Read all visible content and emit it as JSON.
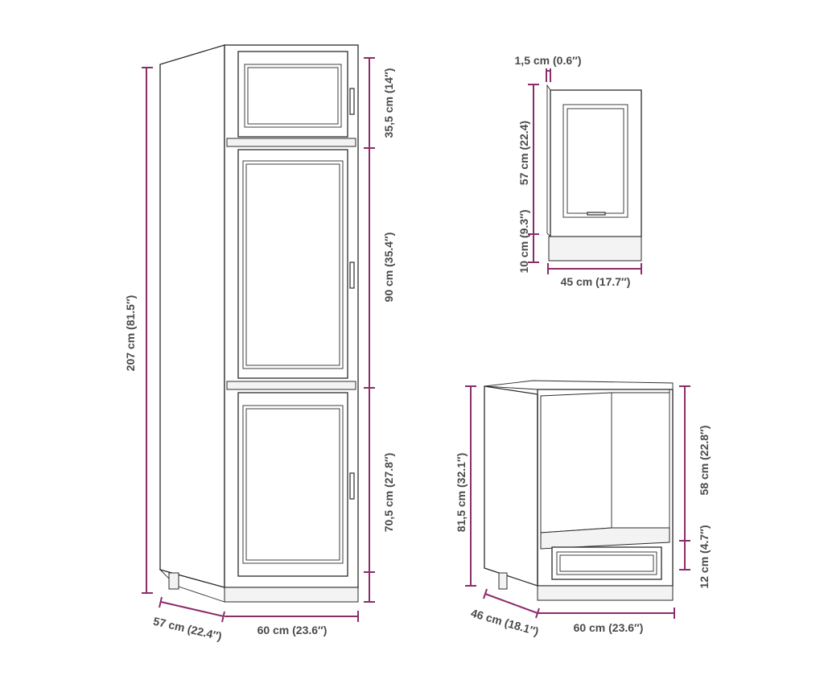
{
  "colors": {
    "dimension_line": "#8a2d6b",
    "outline": "#2b2b2b",
    "label": "#4a4a4a"
  },
  "tall_cabinet": {
    "height_total": "207 cm (81.5″)",
    "top_door_height": "35,5 cm (14″)",
    "middle_door_height": "90 cm (35.4″)",
    "bottom_door_height": "70,5 cm (27.8″)",
    "depth": "57 cm (22.4″)",
    "width": "60 cm (23.6″)"
  },
  "door_panel": {
    "thickness": "1,5 cm (0.6″)",
    "door_height": "57 cm (22.4)",
    "plinth_height": "10 cm (9.3″)",
    "width": "45 cm (17.7″)"
  },
  "oven_cabinet": {
    "height_total": "81,5 cm (32.1″)",
    "opening_height": "58 cm (22.8″)",
    "drawer_height": "12 cm (4.7″)",
    "depth": "46 cm (18.1″)",
    "width": "60 cm (23.6″)"
  }
}
